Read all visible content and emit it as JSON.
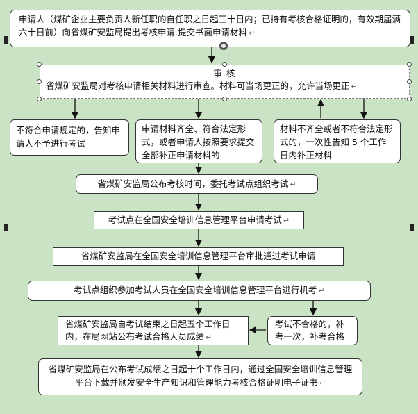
{
  "nodes": {
    "apply": "申请人（煤矿企业主要负责人新任职的自任职之日起三十日内；已持有考核合格证明的，有效期届满六十日前）向省煤矿安监局提出考核申请.提交书面申请材料",
    "review_title": "审    核",
    "review_body": "省煤矿安监局对考核申请相关材料进行审查。材料可当场更正的，允许当场更正",
    "reject": "不符合申请规定的，告知申请人不予进行考试",
    "accept": "申请材料齐全、符合法定形式，或者申请人按照要求提交全部补正申请材料的",
    "supplement": "材料不齐全或者不符合法定形式的，一次性告知 5 个工作日内补正材料",
    "publish_time": "省煤矿安监局公布考核时间，委托考试点组织考试",
    "apply_exam": "考试点在全国安全培训信息管理平台申请考试",
    "approve_exam": "省煤矿安监局在全国安全培训信息管理平台审批通过考试申请",
    "organize_exam": "考试点组织参加考试人员在全国安全培训信息管理平台进行机考",
    "publish_result": "省煤矿安监局自考试结束之日起五个工作日内，在局网站公布考试合格人员成绩",
    "retake": "考试不合格的，补考一次，补考合格",
    "certificate": "省煤矿安监局在公布考试成绩之日起十个工作日内，通过全国安全培训信息管理平台下载并颁发安全生产知识和管理能力考核合格证明电子证书"
  }
}
